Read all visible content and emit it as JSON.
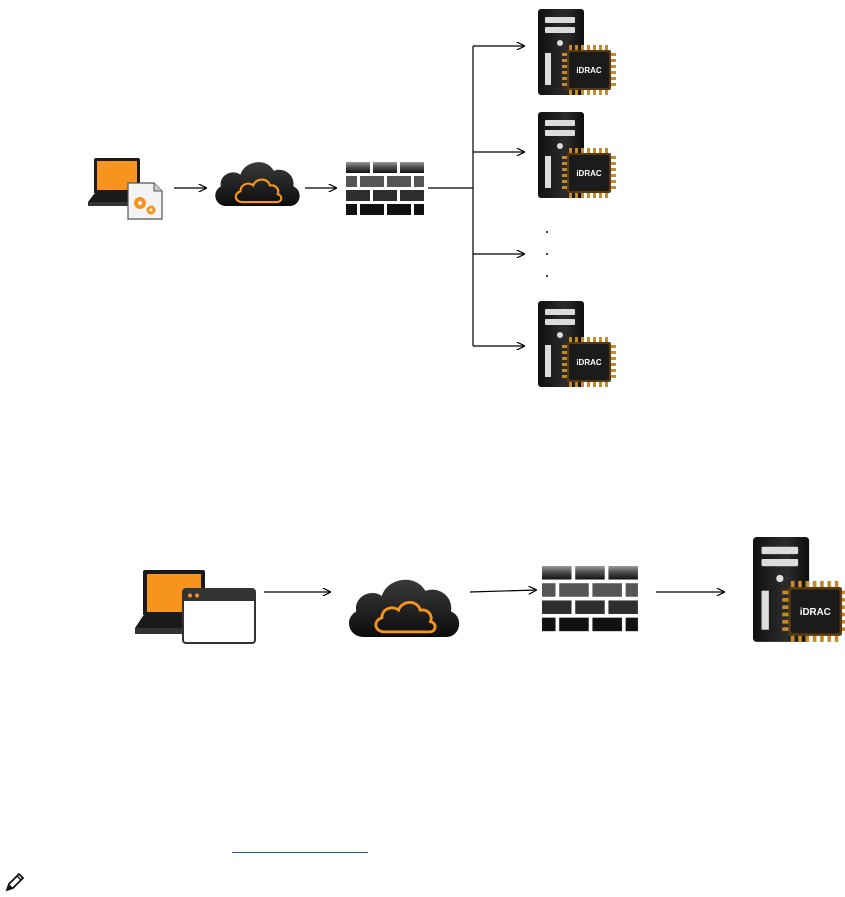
{
  "diagram_1": {
    "server_chip_label": "iDRAC",
    "servers": [
      {
        "chip_label": "iDRAC"
      },
      {
        "chip_label": "iDRAC"
      },
      {
        "chip_label": "iDRAC"
      }
    ],
    "ellipsis": "· · ·"
  },
  "diagram_2": {
    "server_chip_label": "iDRAC"
  },
  "colors": {
    "accent": "#F7941D",
    "dark": "#1f1f1f",
    "firewall": "#333333",
    "chip_gold": "#b07a2a"
  },
  "icons": [
    "laptop-icon",
    "gear-icon",
    "browser-window-icon",
    "cloud-icon",
    "firewall-icon",
    "server-icon",
    "idrac-chip-icon",
    "note-pencil-icon"
  ]
}
